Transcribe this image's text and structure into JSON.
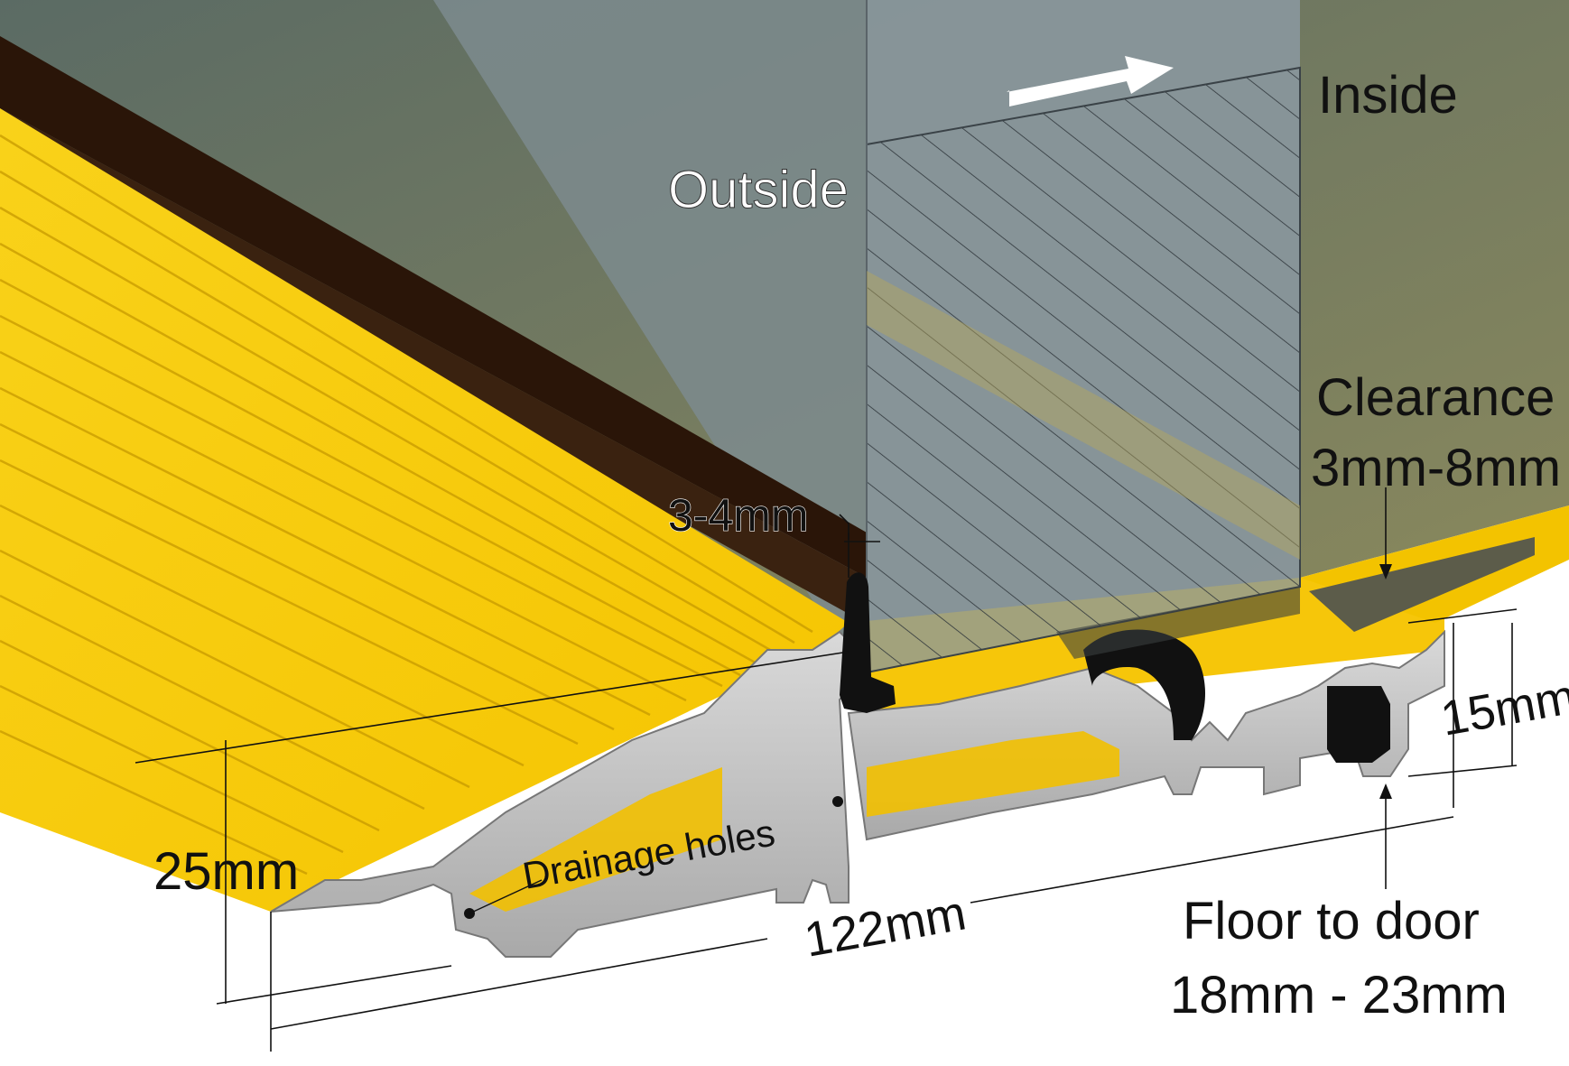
{
  "labels": {
    "outside": "Outside",
    "inside": "Inside",
    "clearance_title": "Clearance",
    "clearance_value": "3mm-8mm",
    "gap": "3-4mm",
    "drainage": "Drainage holes",
    "height_profile": "25mm",
    "height_rear": "15mm",
    "width": "122mm",
    "floor_to_door_title": "Floor to door",
    "floor_to_door_value": "18mm - 23mm"
  },
  "colors": {
    "yellow": "#f7cf0e",
    "yellow_dark": "#d9a800",
    "aluminium": "#c8c8c8",
    "seal": "#111111",
    "door_glass": "#8e9aa0"
  }
}
